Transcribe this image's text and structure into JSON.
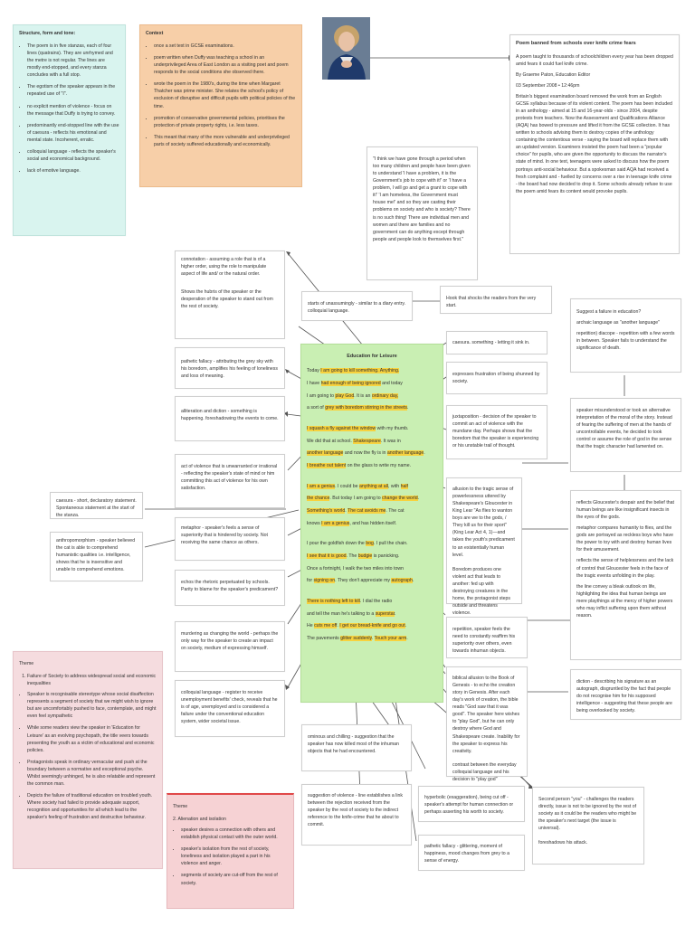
{
  "structure": {
    "heading": "Structure, form and tone:",
    "items": [
      "The poem is in five stanzas, each of four lines (quatrains). They are unrhymed and the metre is not regular. The lines are mostly end-stopped, and every stanza concludes with a full stop.",
      "The egotism of the speaker appears in the repeated use of \"I\".",
      "no explicit mention of violence - focus on the message that Duffy is trying to convey.",
      "predominantly end-stopped line with the use of caesura - reflects his emotional and mental state. Incoherent, erratic.",
      "colloquial language - reflects the speaker's social and economical background.",
      "lack of emotive language."
    ]
  },
  "context": {
    "heading": "Context",
    "items": [
      "once a set text in GCSE examinations.",
      "poem written when Duffy was teaching a school in an underprivileged Area of East London as a visiting poet and poem responds to the social conditions she observed there.",
      "wrote the poem in the 1980's, during the time when Margaret Thatcher was prime minister. She relates the school's policy of exclusion of disruptive and difficult pupils with political policies of the time.",
      "promotion of conservative governmental policies, prioritises the protection of private property rights, i.e. less taxes.",
      "This meant that many of the more vulnerable and underprivileged parts of society suffered educationally and economically."
    ]
  },
  "article": {
    "title": "Poem banned from schools over knife crime fears",
    "lede": "A poem taught to thousands of schoolchildren every year has been dropped amid fears it could fuel knife crime.",
    "byline": "By Graeme Paton, Education Editor",
    "date": "03 September 2008 • 12:46pm",
    "body": "Britain's biggest examination board removed the work from an English GCSE syllabus because of its violent content. The poem has been included in an anthology - aimed at 15 and 16-year-olds - since 2004, despite protests from teachers. Now the Assessment and Qualifications Alliance (AQA) has bowed to pressure and lifted it from the GCSE collection. It has written to schools advising them to destroy copies of the anthology containing the contentious verse - saying the board will replace them with an updated version. Examiners insisted the poem had been a \"popular choice\" for pupils, who are given the opportunity to discuss the narrator's state of mind. In one text, teenagers were asked to discuss how the poem portrays anti-social behaviour. But a spokesman said AQA had received a fresh complaint and - fuelled by concerns over a rise in teenage knife crime - the board had now decided to drop it. Some schools already refuse to use the poem amid fears its content would provoke pupils."
  },
  "quote": "\"I think we have gone through a period when too many children and people have been given to understand 'I have a problem, it is the Government's job to cope with it!' or 'I have a problem, I will go and get a grant to cope with it!' 'I am homeless, the Government must house me!' and so they are casting their problems on society and who is society? There is no such thing! There are individual men and women and there are families and no government can do anything except through people and people look to themselves first.\"",
  "poem": {
    "title": "Education for Leisure",
    "s1": {
      "a1": "Today ",
      "b1": "I am going to kill something. Anything.",
      "a2": "I have ",
      "b2": "had enough of being ignored",
      "c2": " and today",
      "a3": "I am going to ",
      "b3": "play God",
      "c3": ". It is an ",
      "d3": "ordinary day,",
      "a4": "a sort of ",
      "b4": "grey with boredom stirring in the streets",
      "c4": "."
    },
    "s2": {
      "b1": "I squash a fly against the window",
      "c1": " with my thumb.",
      "a2": "We did that at school. ",
      "b2": "Shakespeare",
      "c2": ". It was in",
      "b3": "another language",
      "c3": " and now the fly is in ",
      "d3": "another language",
      "c4": ".",
      "b4": "I breathe out talent",
      "c4b": " on the glass to write my name."
    },
    "s3": {
      "b1": "I am a genius",
      "c1": ". I could be ",
      "d1": "anything at all",
      "e1": ", with ",
      "f1": "half",
      "b2": "the chance",
      "c2": ". But today I am going to ",
      "d2": "change the world",
      "e2": ".",
      "b3": "Something's world",
      "c3": ". ",
      "d3": "The cat avoids me",
      "e3": ". The cat",
      "a4": "knows ",
      "b4": "I am a genius",
      "c4": ", and has hidden itself."
    },
    "s4": {
      "a1": "I pour the goldfish down the ",
      "b1": "bog",
      "c1": ". I pull the chain.",
      "b2": "I see that it is good",
      "c2": ". The ",
      "d2": "budgie",
      "e2": " is panicking.",
      "a3": "Once a fortnight, I walk the two miles into town",
      "a4": "for ",
      "b4": "signing on",
      "c4": ". They don't appreciate my ",
      "d4": "autograph",
      "e4": "."
    },
    "s5": {
      "b1": "There is nothing left to kill",
      "c1": ". I dial the radio",
      "a2": "and tell the man he's talking to a ",
      "b2": "superstar",
      "c2": ".",
      "a3": "He ",
      "b3": "cuts me off",
      "c3": ". ",
      "d3": "I get our bread-knife and go out",
      "e3": ".",
      "a4": "The pavements ",
      "b4": "glitter suddenly",
      "c4": ". ",
      "d4": "Touch your arm",
      "e4": "."
    }
  },
  "notes": {
    "connotation": "connotation - assuming a role that is of a higher order, using the role to manipulate aspect of life and/ or the natural order.",
    "hubris": "Shows the hubris of the speaker or the desperation of the speaker to stand out from the rest of society.",
    "starts": "starts of unassumingly - similar to a diary entry. colloquial language.",
    "hook": "Hook that shocks the readers from the very start.",
    "pathetic": "pathetic fallacy - attributing the grey sky with his boredom, amplifies his feeling of loneliness and loss of meaning.",
    "alliteration": "alliteration and diction - something is happening. foreshadowing the events to come.",
    "caesura_r": "caesura. something - letting it sink in.",
    "frustration": "expresses frustration of being shunned by society.",
    "juxtaposition": "juxtaposition - decision of the speaker to commit an act of violence with the mundane day. Perhaps shows that the boredom that the speaker is experiencing or his unstable trail of thought.",
    "act": "act of violence that is unwarranted or irrational - reflecting the speaker's state of mind or him committing this act of violence for his own satisfaction.",
    "caesura_l": "caesura - short, declaratory statement. Spontaneous statement at the start of the stanza.",
    "metaphor": "metaphor - speaker's feels a sense of superiority that is hindered by society. Not receiving the same chance as others.",
    "anthro": "anthropomorphism - speaker believed the cat is able to comprehend humanistic qualities i.e. intelligence, shows that he is insensitive and unable to comprehend emotions.",
    "allusion": "allusion to the tragic sense of powerlessness uttered by Shakespeare's Gloucester in King Lear \"As flies to wanton boys are we to the gods, / They kill us for their sport\" (King Lear Act 4, 1)—and takes the youth's predicament to an existentially human level.",
    "boredom": "Boredom produces one violent act that leads to another: fed up with destroying creatures in the home, the protagonist steps outside and threatens violence.",
    "echos": "echos the rhetoric perpetuated by schools. Parity to blame for the speaker's predicament?",
    "repetition": "repetition, speaker feels the need to constantly reaffirm his superiority over others, even towards inhuman objects.",
    "murdering": "murdering as changing the world - perhaps the only way for the speaker to create an impact on society, medium of expressing himself.",
    "colloquial": "colloquial language - register to receive unemployment benefits' check, reveals that he is of age, unemployed and is considered a failure under the conventional education system, wider societal issue.",
    "biblical": "biblical allusion to the Book of Genesis - to echo the creation story in Genesis. After each day's work of creation, the bible reads \"God saw that it was good\". The speaker here wishes to \"play God\", but he can only destroy where God and Shakespeare create. Inability for the speaker to express his creativity.",
    "contrast": "contrast between the everyday colloquial language and his decision to \"play god\"",
    "ominous": "ominous and chilling - suggestion that the speaker has now killed most of the inhuman objects that he had encountered.",
    "suggestion": "suggestion of violence - line establishes a link between the rejection received from the speaker by the rest of society to the indirect reference to the knife-crime that he about to commit.",
    "hyperbolic": "hyperbolic (exaggeration), being cut off - speaker's attempt for human connection or perhaps asserting his worth to society.",
    "pathetic2": "pathetic fallacy - glittering, moment of happiness, mood changes from grey to a sense of energy.",
    "second": "Second person \"you\" - challenges the readers directly, issue is not to be ignored by the rest of society as it could be the readers who might be the speaker's next target (the issue is universal).",
    "foreshadows": "foreshadows his attack.",
    "failure": [
      "Suggest a failure in education?",
      "archaic language as \"another language\"",
      "repetition) diacope - repetition with a few words in between. Speaker fails to understand the significance of death."
    ],
    "misunderstood": "speaker misunderstood or took an alternative interpretation of the moral of the story. Instead of fearing the suffering of men at the hands of uncontrollable events, he decided to took control or assume the role of god in the sense that the tragic character had lamented on.",
    "gloucester": [
      "reflects Gloucester's despair and the belief that human beings are like insignificant insects in the eyes of the gods.",
      "metaphor compares humanity to flies, and the gods are portrayed as reckless boys who have the power to toy with and destroy human lives for their amusement.",
      "reflects the sense of helplessness and the lack of control that Gloucester feels in the face of the tragic events unfolding in the play.",
      "the line convey a bleak outlook on life, highlighting the idea that human beings are mere playthings at the mercy of higher powers who may inflict suffering upon them without reason."
    ],
    "diction": "diction - describing his signature as an autograph, disgruntled by the fact that people do not recognise him for his supposed intelligence - suggesting that these people are being overlooked by society."
  },
  "theme1": {
    "heading": "Theme",
    "sub": "Failure of Society to address widespread social and economic inequalities",
    "items": [
      "Speaker is recognisable stereotype whose social disaffection represents a segment of society that we might wish to ignore but are uncomfortably pushed to face, contemplate, and might even feel sympathetic",
      "While some readers view the speaker in 'Education for Leisure' as an evolving psychopath, the title veers towards presenting the youth as a victim of educational and economic policies.",
      "Protagonists speak in ordinary vernacular and push at the boundary between a normative and exceptional psyche. Whilst seemingly unhinged, he is also relatable and represent the common man.",
      "Depicts the failure of traditional education on troubled youth. Where society had failed to provide adequate support, recognition and opportunities for all which lead to the speaker's feeling of frustration and destructive behaviour."
    ]
  },
  "theme2": {
    "heading": "Theme",
    "sub": "2. Alienation and isolation",
    "items": [
      "speaker desires a connection with others and establish physical contact with the outer world.",
      "speaker's isolation from the rest of society, loneliness and isolation played a part in his violence and anger.",
      "segments of society are cut-off from the rest of society."
    ]
  }
}
